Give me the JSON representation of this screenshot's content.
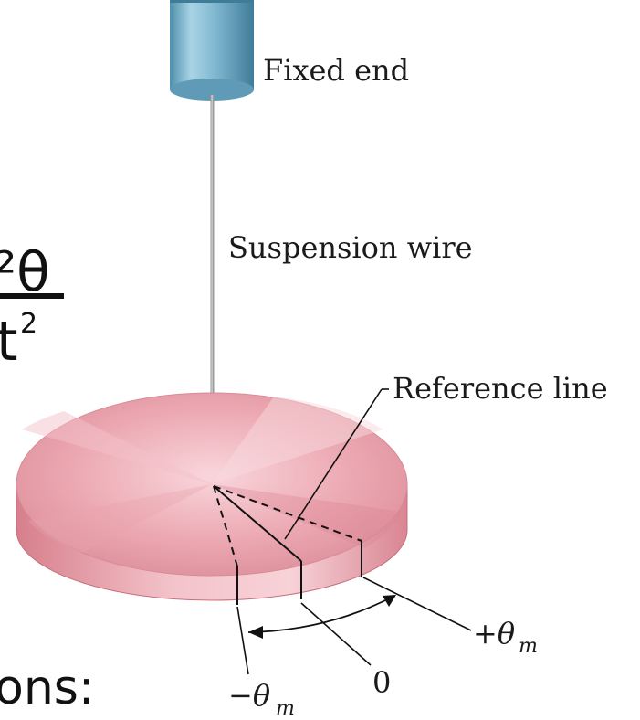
{
  "slide_fragment": {
    "top_symbol": "²θ",
    "bottom_symbol": "t",
    "bottom_exponent": "2",
    "bottom_text": "ons:"
  },
  "labels": {
    "fixed_end": "Fixed end",
    "suspension_wire": "Suspension wire",
    "reference_line": "Reference line",
    "plus_theta": "+θ",
    "minus_theta": "−θ",
    "theta_subscript": "m",
    "zero": "0"
  },
  "colors": {
    "disk_light": "#f6c9cf",
    "disk_mid": "#e89aa5",
    "disk_dark": "#c9707d",
    "clamp_blue": "#7fb6cf",
    "wire": "#9a9a9a"
  }
}
